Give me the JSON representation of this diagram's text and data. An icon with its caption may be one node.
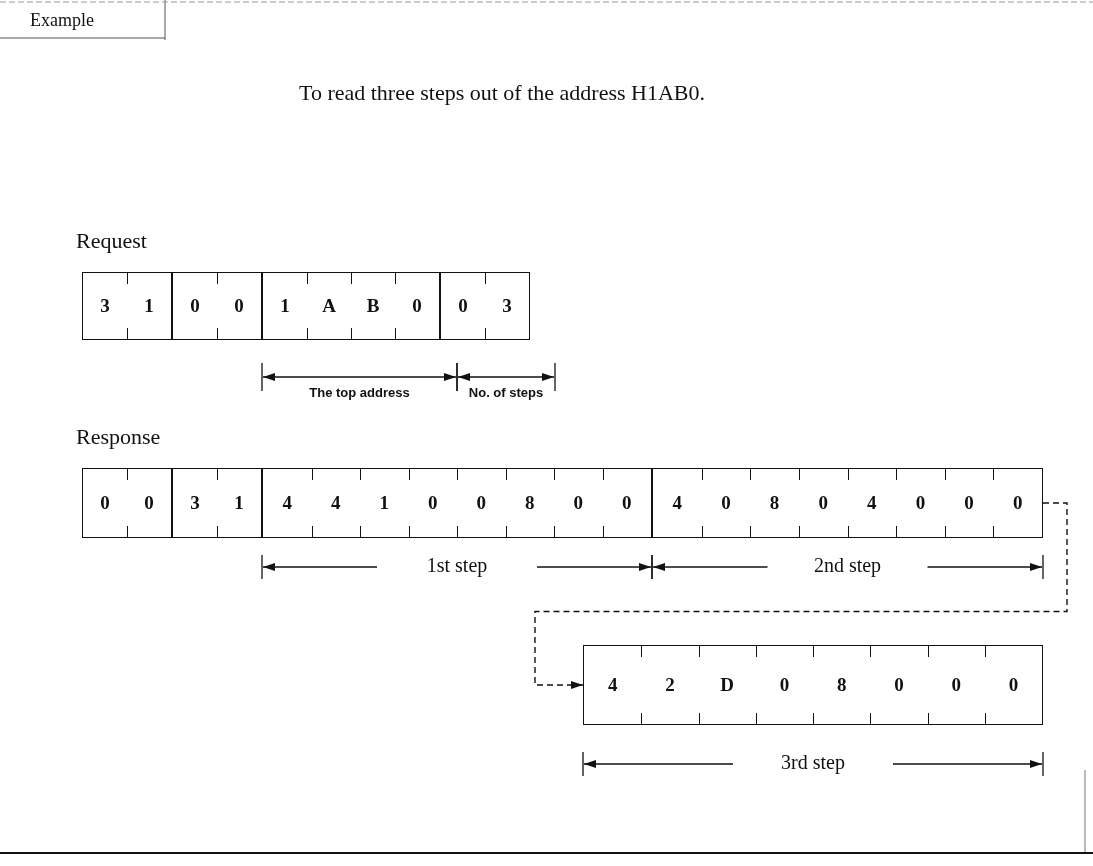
{
  "diagram": {
    "title": "To read three steps out of the address H1AB0.",
    "nodes": [
      {
        "text": [
          "3",
          "1"
        ]
      },
      {
        "text": [
          "0",
          "0"
        ]
      },
      {
        "text": [
          "1",
          "A",
          "B",
          "0"
        ]
      },
      {
        "text": [
          "0",
          "3"
        ]
      },
      {
        "text": [
          "0",
          "0"
        ]
      },
      {
        "text": [
          "3",
          "1"
        ]
      },
      {
        "text": [
          "4",
          "4",
          "1",
          "0",
          "0",
          "8",
          "0",
          "0"
        ]
      },
      {
        "text": [
          "4",
          "0",
          "8",
          "0",
          "4",
          "0",
          "0",
          "0"
        ]
      },
      {
        "text": [
          "4",
          "2",
          "D",
          "0",
          "8",
          "0",
          "0",
          "0"
        ]
      }
    ],
    "edges": [
      {
        "from": 7,
        "to": 8,
        "arrow": "to",
        "style": "dashed"
      }
    ],
    "labels": [
      "Example",
      "Request",
      "The top address",
      "No. of steps",
      "Response",
      "1st step",
      "2nd step",
      "3rd step"
    ]
  }
}
